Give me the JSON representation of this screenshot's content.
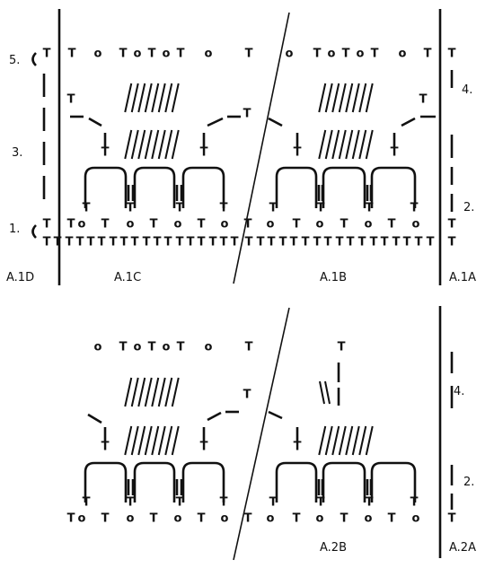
{
  "colors": {
    "ink": "#111111",
    "background": "#ffffff"
  },
  "symbols": {
    "tr": "T",
    "ch": "o"
  },
  "chart_top": {
    "row_labels": [
      "5.",
      "4.",
      "3.",
      "2.",
      "1."
    ],
    "section_labels": [
      "A.1D",
      "A.1C",
      "A.1B",
      "A.1A"
    ]
  },
  "chart_bottom": {
    "row_labels": [
      "4.",
      "2."
    ],
    "section_labels": [
      "A.2B",
      "A.2A"
    ]
  }
}
